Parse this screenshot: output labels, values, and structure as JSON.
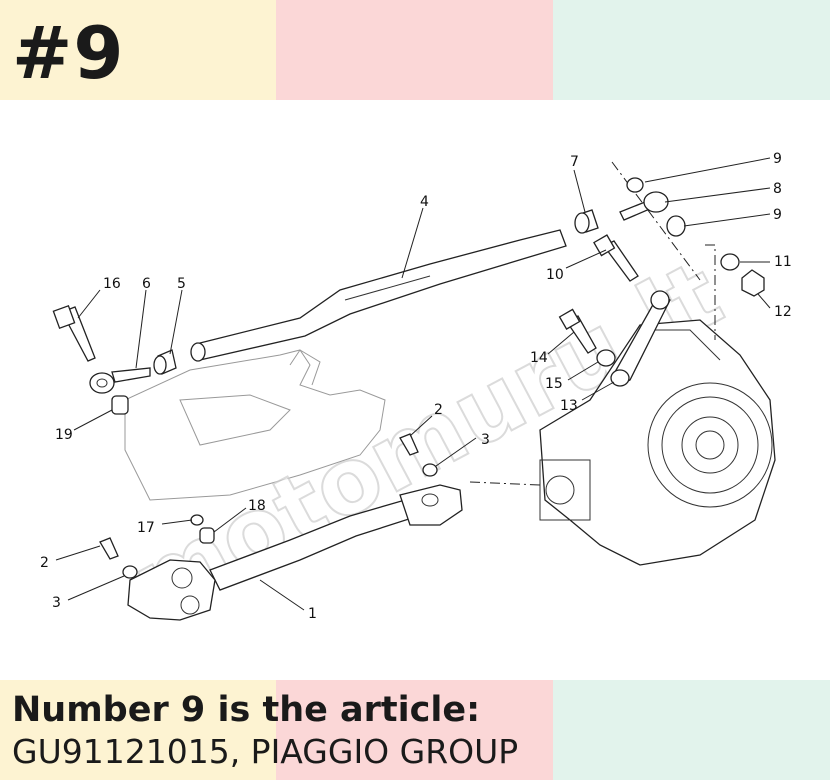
{
  "header": {
    "badge": "#9"
  },
  "colors": {
    "band_yellow": "#fdf3d2",
    "band_pink": "#fbd7d7",
    "band_mint": "#e2f3ec",
    "text": "#1a1a1a"
  },
  "diagram": {
    "watermark": "motomuru.lt",
    "labels": {
      "l1": "1",
      "l2a": "2",
      "l2b": "2",
      "l3a": "3",
      "l3b": "3",
      "l4": "4",
      "l5": "5",
      "l6": "6",
      "l7": "7",
      "l8": "8",
      "l9a": "9",
      "l9b": "9",
      "l10": "10",
      "l11": "11",
      "l12": "12",
      "l13": "13",
      "l14": "14",
      "l15": "15",
      "l16": "16",
      "l17": "17",
      "l18": "18",
      "l19": "19"
    }
  },
  "caption": {
    "line1": "Number 9 is the article:",
    "line2": "GU91121015, PIAGGIO GROUP"
  }
}
